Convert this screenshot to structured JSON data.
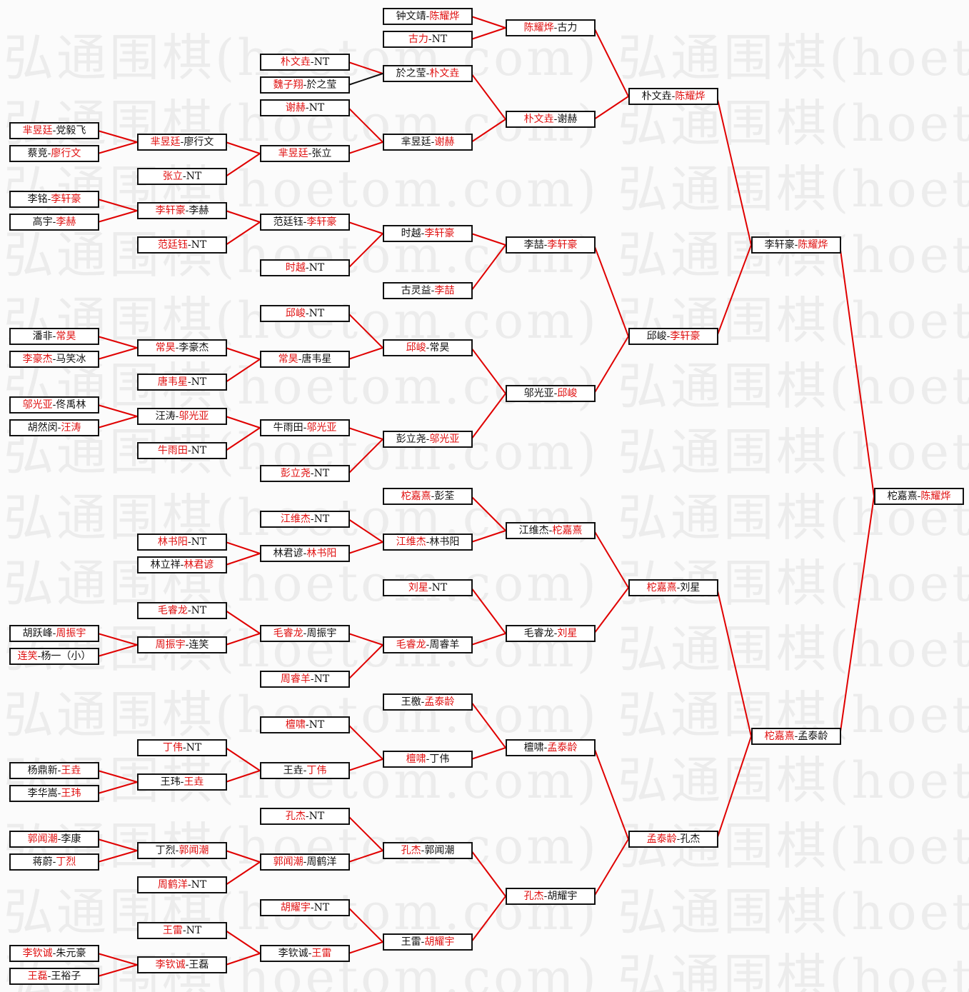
{
  "watermark": "弘通围棋(hoetom.com)",
  "colors": {
    "winner": "#e01010",
    "normal": "#111111",
    "line_win": "#e00000",
    "line_other": "#111111"
  },
  "matches": {
    "a0": {
      "players": [
        "芈昱廷",
        "党毅飞"
      ],
      "winner": 0
    },
    "a1": {
      "players": [
        "蔡竞",
        "廖行文"
      ],
      "winner": 1
    },
    "a2": {
      "players": [
        "李铭",
        "李轩豪"
      ],
      "winner": 1
    },
    "a3": {
      "players": [
        "高宇",
        "李赫"
      ],
      "winner": 1
    },
    "a4": {
      "players": [
        "潘非",
        "常昊"
      ],
      "winner": 1
    },
    "a5": {
      "players": [
        "李豪杰",
        "马笑冰"
      ],
      "winner": 0
    },
    "a6": {
      "players": [
        "邬光亚",
        "佟禹林"
      ],
      "winner": 0
    },
    "a7": {
      "players": [
        "胡然闵",
        "汪涛"
      ],
      "winner": 1
    },
    "a8": {
      "players": [
        "胡跃峰",
        "周振宇"
      ],
      "winner": 1
    },
    "a9": {
      "players": [
        "连笑",
        "杨一（小）"
      ],
      "winner": 0
    },
    "a10": {
      "players": [
        "杨鼎新",
        "王垚"
      ],
      "winner": 1
    },
    "a11": {
      "players": [
        "李华嵩",
        "王玮"
      ],
      "winner": 1
    },
    "a12": {
      "players": [
        "郭闻潮",
        "李康"
      ],
      "winner": 0
    },
    "a13": {
      "players": [
        "蒋蔚",
        "丁烈"
      ],
      "winner": 1
    },
    "a14": {
      "players": [
        "李钦诚",
        "朱元豪"
      ],
      "winner": 0
    },
    "a15": {
      "players": [
        "王磊",
        "王裕子"
      ],
      "winner": 0
    },
    "b0": {
      "players": [
        "芈昱廷",
        "廖行文"
      ],
      "winner": 0
    },
    "b1": {
      "players": [
        "张立",
        "NT"
      ],
      "winner": 0
    },
    "b2": {
      "players": [
        "李轩豪",
        "李赫"
      ],
      "winner": 0
    },
    "b3": {
      "players": [
        "范廷钰",
        "NT"
      ],
      "winner": 0
    },
    "b4": {
      "players": [
        "常昊",
        "李豪杰"
      ],
      "winner": 0
    },
    "b5": {
      "players": [
        "唐韦星",
        "NT"
      ],
      "winner": 0
    },
    "b6": {
      "players": [
        "汪涛",
        "邬光亚"
      ],
      "winner": 1
    },
    "b7": {
      "players": [
        "牛雨田",
        "NT"
      ],
      "winner": 0
    },
    "b8": {
      "players": [
        "林书阳",
        "NT"
      ],
      "winner": 0
    },
    "b9": {
      "players": [
        "林立祥",
        "林君谚"
      ],
      "winner": 1
    },
    "b10": {
      "players": [
        "毛睿龙",
        "NT"
      ],
      "winner": 0
    },
    "b11": {
      "players": [
        "周振宇",
        "连笑"
      ],
      "winner": 0
    },
    "b12": {
      "players": [
        "丁伟",
        "NT"
      ],
      "winner": 0
    },
    "b13": {
      "players": [
        "王玮",
        "王垚"
      ],
      "winner": 1
    },
    "b14": {
      "players": [
        "丁烈",
        "郭闻潮"
      ],
      "winner": 1
    },
    "b15": {
      "players": [
        "周鹤洋",
        "NT"
      ],
      "winner": 0
    },
    "b16": {
      "players": [
        "王雷",
        "NT"
      ],
      "winner": 0
    },
    "b17": {
      "players": [
        "李钦诚",
        "王磊"
      ],
      "winner": 0
    },
    "c0": {
      "players": [
        "朴文垚",
        "NT"
      ],
      "winner": 0
    },
    "c0b": {
      "players": [
        "魏子翔",
        "於之莹"
      ],
      "winner": 0
    },
    "cx": {
      "players": [
        "谢赫",
        "NT"
      ],
      "winner": 0
    },
    "c1": {
      "players": [
        "芈昱廷",
        "张立"
      ],
      "winner": 0
    },
    "c2": {
      "players": [
        "范廷钰",
        "李轩豪"
      ],
      "winner": 1
    },
    "c3": {
      "players": [
        "时越",
        "NT"
      ],
      "winner": 0
    },
    "c4": {
      "players": [
        "邱峻",
        "NT"
      ],
      "winner": 0
    },
    "c5": {
      "players": [
        "常昊",
        "唐韦星"
      ],
      "winner": 0
    },
    "c6": {
      "players": [
        "牛雨田",
        "邬光亚"
      ],
      "winner": 1
    },
    "c7": {
      "players": [
        "彭立尧",
        "NT"
      ],
      "winner": 0
    },
    "c8": {
      "players": [
        "江维杰",
        "NT"
      ],
      "winner": 0
    },
    "c9": {
      "players": [
        "林君谚",
        "林书阳"
      ],
      "winner": 1
    },
    "c10": {
      "players": [
        "毛睿龙",
        "周振宇"
      ],
      "winner": 0
    },
    "c11": {
      "players": [
        "周睿羊",
        "NT"
      ],
      "winner": 0
    },
    "c12": {
      "players": [
        "檀啸",
        "NT"
      ],
      "winner": 0
    },
    "c13": {
      "players": [
        "王垚",
        "丁伟"
      ],
      "winner": 1
    },
    "c14": {
      "players": [
        "孔杰",
        "NT"
      ],
      "winner": 0
    },
    "c15": {
      "players": [
        "郭闻潮",
        "周鹤洋"
      ],
      "winner": 0
    },
    "c16": {
      "players": [
        "胡耀宇",
        "NT"
      ],
      "winner": 0
    },
    "c17": {
      "players": [
        "李钦诚",
        "王雷"
      ],
      "winner": 1
    },
    "d0a": {
      "players": [
        "钟文靖",
        "陈耀烨"
      ],
      "winner": 1
    },
    "d0b": {
      "players": [
        "古力",
        "NT"
      ],
      "winner": 0
    },
    "d1": {
      "players": [
        "於之莹",
        "朴文垚"
      ],
      "winner": 1
    },
    "d2": {
      "players": [
        "芈昱廷",
        "谢赫"
      ],
      "winner": 1
    },
    "d3": {
      "players": [
        "时越",
        "李轩豪"
      ],
      "winner": 1
    },
    "d4": {
      "players": [
        "古灵益",
        "李喆"
      ],
      "winner": 1
    },
    "d5": {
      "players": [
        "邱峻",
        "常昊"
      ],
      "winner": 0
    },
    "d6": {
      "players": [
        "彭立尧",
        "邬光亚"
      ],
      "winner": 1
    },
    "d7": {
      "players": [
        "柁嘉熹",
        "彭荃"
      ],
      "winner": 0
    },
    "d8": {
      "players": [
        "江维杰",
        "林书阳"
      ],
      "winner": 0
    },
    "d9": {
      "players": [
        "刘星",
        "NT"
      ],
      "winner": 0
    },
    "d10": {
      "players": [
        "毛睿龙",
        "周睿羊"
      ],
      "winner": 0
    },
    "d11": {
      "players": [
        "王檄",
        "孟泰龄"
      ],
      "winner": 1
    },
    "d12": {
      "players": [
        "檀啸",
        "丁伟"
      ],
      "winner": 0
    },
    "d13": {
      "players": [
        "孔杰",
        "郭闻潮"
      ],
      "winner": 0
    },
    "d14": {
      "players": [
        "王雷",
        "胡耀宇"
      ],
      "winner": 1
    },
    "e0": {
      "players": [
        "陈耀烨",
        "古力"
      ],
      "winner": 0
    },
    "e1": {
      "players": [
        "朴文垚",
        "谢赫"
      ],
      "winner": 0
    },
    "e2": {
      "players": [
        "李喆",
        "李轩豪"
      ],
      "winner": 1
    },
    "e3": {
      "players": [
        "邬光亚",
        "邱峻"
      ],
      "winner": 1
    },
    "e4": {
      "players": [
        "江维杰",
        "柁嘉熹"
      ],
      "winner": 1
    },
    "e5": {
      "players": [
        "毛睿龙",
        "刘星"
      ],
      "winner": 1
    },
    "e6": {
      "players": [
        "檀啸",
        "孟泰龄"
      ],
      "winner": 1
    },
    "e7": {
      "players": [
        "孔杰",
        "胡耀宇"
      ],
      "winner": 0
    },
    "f0": {
      "players": [
        "朴文垚",
        "陈耀烨"
      ],
      "winner": 1
    },
    "f1": {
      "players": [
        "邱峻",
        "李轩豪"
      ],
      "winner": 1
    },
    "f2": {
      "players": [
        "柁嘉熹",
        "刘星"
      ],
      "winner": 0
    },
    "f3": {
      "players": [
        "孟泰龄",
        "孔杰"
      ],
      "winner": 0
    },
    "g0": {
      "players": [
        "李轩豪",
        "陈耀烨"
      ],
      "winner": 1
    },
    "g1": {
      "players": [
        "柁嘉熹",
        "孟泰龄"
      ],
      "winner": 0
    },
    "h": {
      "players": [
        "柁嘉熹",
        "陈耀烨"
      ],
      "winner": 1
    }
  }
}
